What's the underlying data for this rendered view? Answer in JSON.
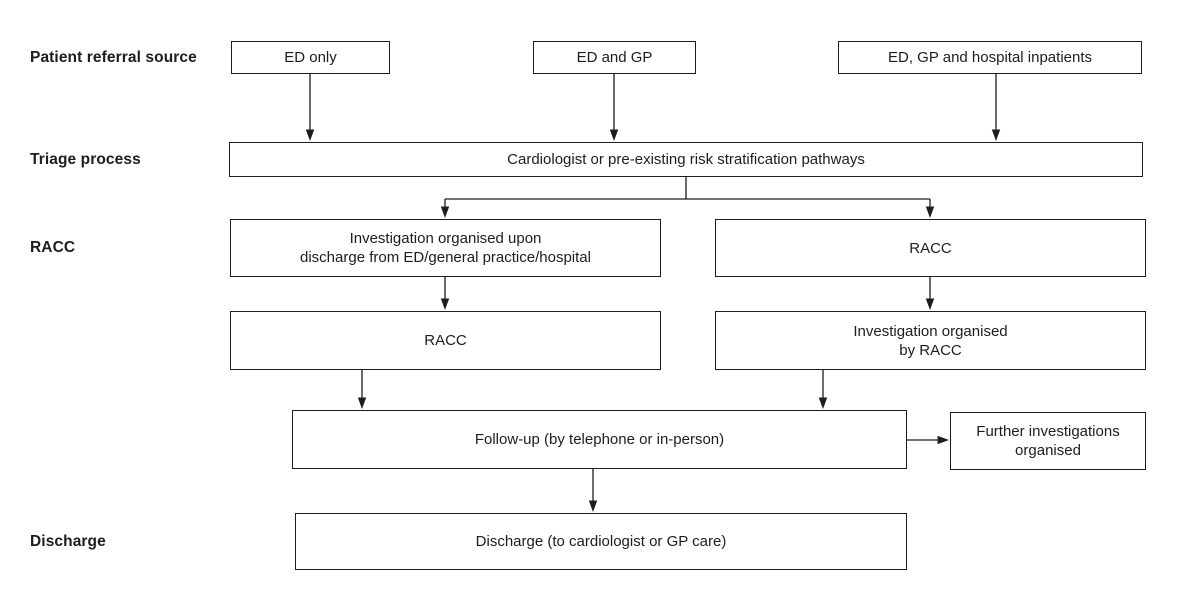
{
  "row_labels": {
    "patient_referral_source": "Patient referral source",
    "triage_process": "Triage process",
    "racc": "RACC",
    "discharge": "Discharge"
  },
  "nodes": {
    "ed_only": "ED only",
    "ed_and_gp": "ED and GP",
    "ed_gp_hospital_inpatients": "ED, GP and hospital inpatients",
    "triage_pathway": "Cardiologist or pre-existing risk stratification pathways",
    "investigation_on_discharge": "Investigation organised upon\ndischarge from ED/general practice/hospital",
    "racc_right": "RACC",
    "racc_left": "RACC",
    "investigation_by_racc": "Investigation organised\nby RACC",
    "follow_up": "Follow-up (by telephone or in-person)",
    "further_investigations": "Further investigations\norganised",
    "discharge_node": "Discharge (to cardiologist or GP care)"
  },
  "colors": {
    "line": "#1d1d1b",
    "box_border": "#1d1d1b",
    "text": "#1d1d1b",
    "background": "#ffffff"
  }
}
